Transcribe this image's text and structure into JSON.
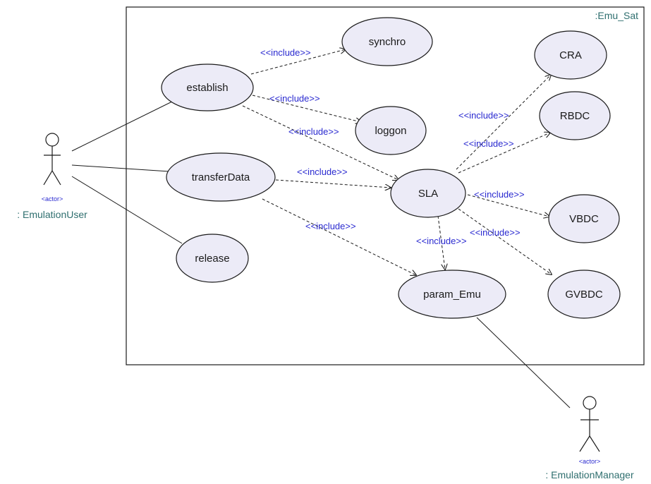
{
  "system": {
    "name": ":Emu_Sat"
  },
  "actors": [
    {
      "id": "user",
      "stereotype": "<actor>",
      "name": ": EmulationUser"
    },
    {
      "id": "manager",
      "stereotype": "<actor>",
      "name": ": EmulationManager"
    }
  ],
  "use_cases": [
    {
      "id": "establish",
      "label": "establish"
    },
    {
      "id": "transferData",
      "label": "transferData"
    },
    {
      "id": "release",
      "label": "release"
    },
    {
      "id": "synchro",
      "label": "synchro"
    },
    {
      "id": "loggon",
      "label": "loggon"
    },
    {
      "id": "SLA",
      "label": "SLA"
    },
    {
      "id": "param_Emu",
      "label": "param_Emu"
    },
    {
      "id": "CRA",
      "label": "CRA"
    },
    {
      "id": "RBDC",
      "label": "RBDC"
    },
    {
      "id": "VBDC",
      "label": "VBDC"
    },
    {
      "id": "GVBDC",
      "label": "GVBDC"
    }
  ],
  "associations": [
    {
      "from": "user",
      "to": "establish"
    },
    {
      "from": "user",
      "to": "transferData"
    },
    {
      "from": "user",
      "to": "release"
    },
    {
      "from": "manager",
      "to": "param_Emu"
    }
  ],
  "includes": [
    {
      "from": "establish",
      "to": "synchro",
      "label": "<<include>>"
    },
    {
      "from": "establish",
      "to": "loggon",
      "label": "<<include>>"
    },
    {
      "from": "establish",
      "to": "SLA",
      "label": "<<include>>"
    },
    {
      "from": "transferData",
      "to": "SLA",
      "label": "<<include>>"
    },
    {
      "from": "transferData",
      "to": "param_Emu",
      "label": "<<include>>"
    },
    {
      "from": "SLA",
      "to": "param_Emu",
      "label": "<<include>>"
    },
    {
      "from": "SLA",
      "to": "CRA",
      "label": "<<include>>"
    },
    {
      "from": "SLA",
      "to": "RBDC",
      "label": "<<include>>"
    },
    {
      "from": "SLA",
      "to": "VBDC",
      "label": "<<include>>"
    },
    {
      "from": "SLA",
      "to": "GVBDC",
      "label": "<<include>>"
    }
  ]
}
